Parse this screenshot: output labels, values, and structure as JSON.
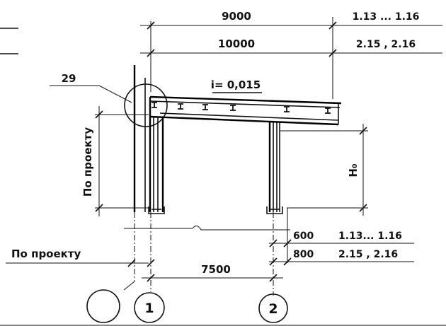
{
  "dimensions": {
    "span_9000": "9000",
    "span_10000": "10000",
    "spacing_7500": "7500",
    "offset_600": "600",
    "offset_800": "800"
  },
  "references": {
    "ref_9000": "1.13 ... 1.16",
    "ref_10000": "2.15 , 2.16",
    "ref_600": "1.13... 1.16",
    "ref_800": "2.15 , 2.16"
  },
  "labels": {
    "callout": "29",
    "slope": "i= 0,015",
    "height": "H₀",
    "by_project_vertical": "По проекту",
    "by_project_horizontal": "По проекту"
  },
  "axes": {
    "axis_1": "1",
    "axis_2": "2",
    "axis_blank": ""
  }
}
